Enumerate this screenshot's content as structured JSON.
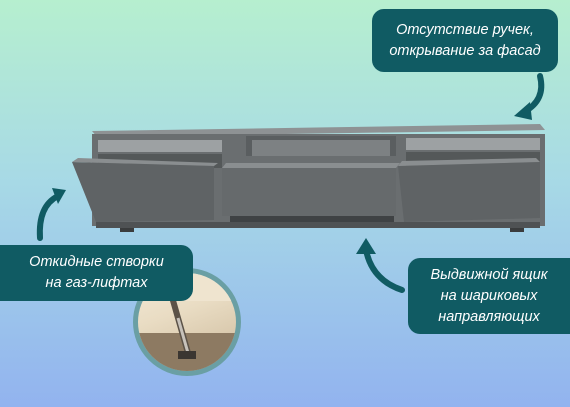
{
  "labels": {
    "handles": {
      "line1": "Отсутствие ручек,",
      "line2": "открывание за фасад"
    },
    "gas_lifts": {
      "line1": "Откидные створки",
      "line2": "на газ-лифтах"
    },
    "drawer": {
      "line1": "Выдвижной ящик",
      "line2": "на шариковых",
      "line3": "направляющих"
    }
  },
  "colors": {
    "label_bg": "#105b63",
    "label_text": "#ffffff",
    "arrow": "#105b63",
    "furniture": "#6e7274",
    "ring": "#6a9fa4"
  },
  "icons": [
    "curved-arrow-icon",
    "gas-lift-photo"
  ]
}
